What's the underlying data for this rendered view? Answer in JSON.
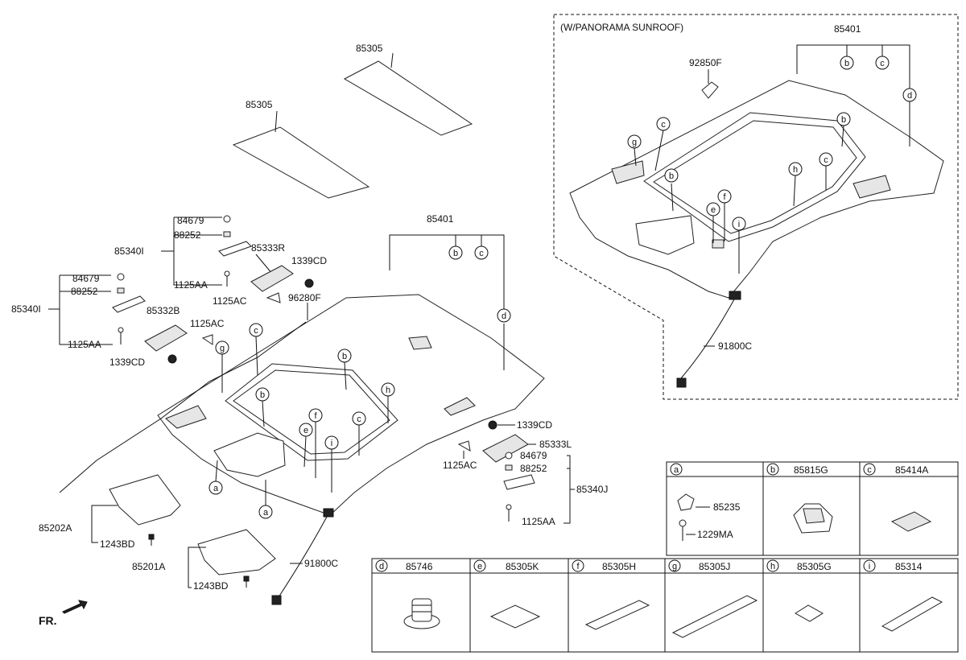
{
  "inset": {
    "title": "(W/PANORAMA SUNROOF)",
    "headliner_part": "85401",
    "grip": "92850F",
    "harness": "91800C",
    "callouts": [
      "b",
      "c",
      "d",
      "c",
      "b",
      "g",
      "b",
      "h",
      "c",
      "e",
      "f",
      "i"
    ]
  },
  "main": {
    "pad_rear": "85305",
    "pad_front": "85305",
    "headliner": "85401",
    "headliner_callouts": [
      "b",
      "c",
      "d",
      "c",
      "g",
      "b",
      "h",
      "b",
      "c",
      "f",
      "e",
      "i",
      "a",
      "a"
    ],
    "grip_left_rear": {
      "screw_cap": "84679",
      "bracket": "88252",
      "handle": "85340I",
      "bolt": "1125AA"
    },
    "grip_left_front": {
      "screw_cap": "84679",
      "bracket": "88252",
      "handle": "85340I",
      "bolt": "1125AA"
    },
    "lamp_rear": {
      "lamp": "85333R",
      "clip": "1339CD",
      "screw": "1125AC"
    },
    "lamp_front": {
      "lamp": "85332B",
      "screw": "1125AC",
      "clip": "1339CD"
    },
    "wire": "96280F",
    "harness": "91800C",
    "right_assy": {
      "clip": "1339CD",
      "lamp": "85333L",
      "screw": "1125AC",
      "cap": "84679",
      "bracket": "88252",
      "handle": "85340J",
      "bolt": "1125AA"
    },
    "visor_rh": {
      "visor": "85202A",
      "screw": "1243BD"
    },
    "visor_lh": {
      "visor": "85201A",
      "screw": "1243BD"
    },
    "direction": "FR."
  },
  "table_top": [
    {
      "letter": "a",
      "part": "",
      "subparts": [
        "85235",
        "1229MA"
      ]
    },
    {
      "letter": "b",
      "part": "85815G"
    },
    {
      "letter": "c",
      "part": "85414A"
    }
  ],
  "table_bottom": [
    {
      "letter": "d",
      "part": "85746"
    },
    {
      "letter": "e",
      "part": "85305K"
    },
    {
      "letter": "f",
      "part": "85305H"
    },
    {
      "letter": "g",
      "part": "85305J"
    },
    {
      "letter": "h",
      "part": "85305G"
    },
    {
      "letter": "i",
      "part": "85314"
    }
  ]
}
